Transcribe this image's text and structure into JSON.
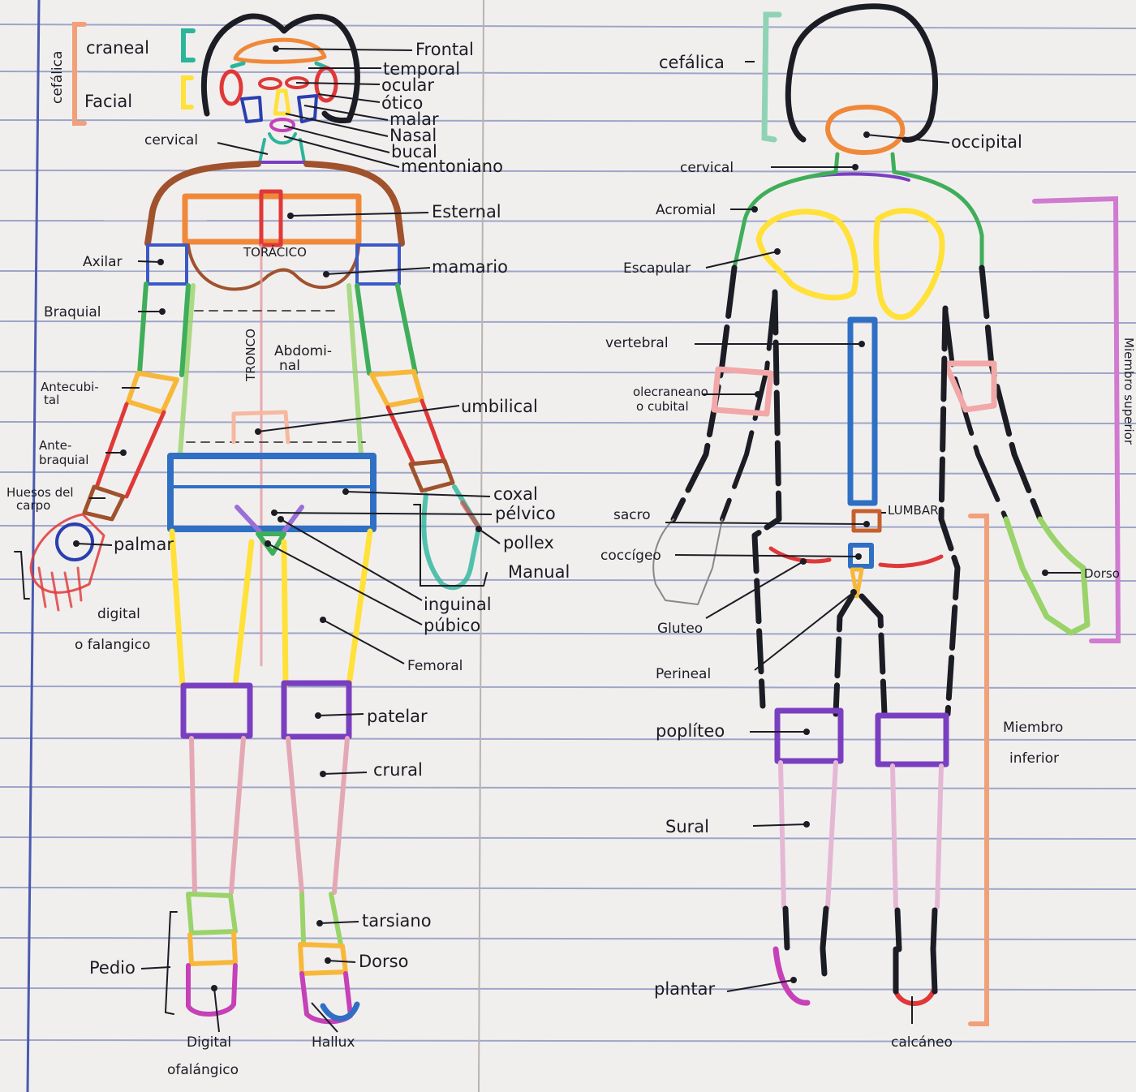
{
  "labels": {
    "cefalica_left": "cefálica",
    "craneal": "craneal",
    "facial": "Facial",
    "frontal": "Frontal",
    "temporal": "temporal",
    "ocular": "ocular",
    "otico": "ótico",
    "malar": "malar",
    "nasal": "Nasal",
    "bucal": "bucal",
    "mentoniano": "mentoniano",
    "cervical_front": "cervical",
    "esternal": "Esternal",
    "toracico": "TORÁCICO",
    "axilar": "Axilar",
    "mamario": "mamario",
    "braquial": "Braquial",
    "tronco": "TRONCO",
    "abdominal_1": "Abdomi-",
    "abdominal_2": "nal",
    "antecubital_1": "Antecubi-",
    "antecubital_2": "tal",
    "umbilical": "umbilical",
    "antebraquial_1": "Ante-",
    "antebraquial_2": "braquial",
    "huesos_carpo_1": "Huesos del",
    "huesos_carpo_2": "carpo",
    "coxal": "coxal",
    "pelvico": "pélvico",
    "pollex": "pollex",
    "palmar": "palmar",
    "manual": "Manual",
    "inguinal": "inguinal",
    "pubico": "púbico",
    "digital_hand": "digital",
    "o_falangico_hand": "o falangico",
    "femoral": "Femoral",
    "patelar": "patelar",
    "crural": "crural",
    "tarsiano": "tarsiano",
    "pedio": "Pedio",
    "dorso_foot": "Dorso",
    "digital_foot": "Digital",
    "hallux": "Hallux",
    "o_falangico_foot": "ofalángico",
    "cefalica_right": "cefálica",
    "occipital": "occipital",
    "cervical_back": "cervical",
    "acromial": "Acromial",
    "escapular": "Escapular",
    "vertebral": "vertebral",
    "olecraneano_1": "olecraneano",
    "olecraneano_2": "o cubital",
    "sacro": "sacro",
    "lumbar": "LUMBAR",
    "coccigeo": "coccígeo",
    "gluteo": "Gluteo",
    "perineal": "Perineal",
    "popliteo": "poplíteo",
    "sural": "Sural",
    "plantar": "plantar",
    "calcaneo": "calcáneo",
    "dorso_hand": "Dorso",
    "miembro_inferior_1": "Miembro",
    "miembro_inferior_2": "inferior",
    "miembro_superior": "Miembro superior"
  },
  "colors": {
    "paper": "#f1efee",
    "rule_line": "#7b86b8",
    "ink": "#1c1c24",
    "orange": "#f0883a",
    "brown": "#a0522d",
    "red": "#e03838",
    "pink": "#e59aa0",
    "blue": "#2f6fc4",
    "navy": "#2a3fb0",
    "yellow": "#ffe13a",
    "green": "#3fae5a",
    "light_green": "#9ad36a",
    "purple": "#7a3fc0",
    "magenta": "#c640b8",
    "teal": "#2bb59b",
    "mint": "#8fd3b5"
  }
}
